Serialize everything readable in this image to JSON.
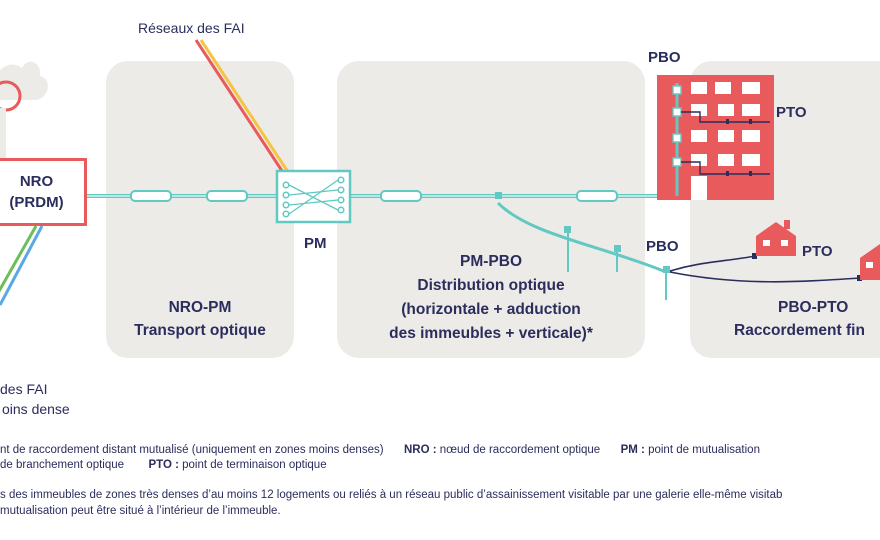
{
  "labels": {
    "reseaux_top": "Réseaux des FAI",
    "pbo_top": "PBO",
    "pto_top": "PTO",
    "pm": "PM",
    "pbo_mid": "PBO",
    "pto_house1": "PTO",
    "nro_line1": "NRO",
    "nro_line2": "(PRDM)",
    "bottom_left_1": "des FAI",
    "bottom_left_2": "oins dense"
  },
  "sections": {
    "nro_pm": {
      "title": "NRO-PM",
      "subtitle": "Transport optique"
    },
    "pm_pbo": {
      "title": "PM-PBO",
      "line2": "Distribution optique",
      "line3": "(horizontale + adduction",
      "line4": "des immeubles + verticale)*"
    },
    "pbo_pto": {
      "title": "PBO-PTO",
      "subtitle": "Raccordement fin"
    }
  },
  "legend": {
    "line1_a": "nt de raccordement distant mutualisé (uniquement en zones moins denses)",
    "line1_nro_key": "NRO :",
    "line1_nro_val": " nœud de raccordement optique",
    "line1_pm_key": "PM :",
    "line1_pm_val": " point de mutualisation",
    "line2_a": " de branchement optique",
    "line2_pto_key": "PTO :",
    "line2_pto_val": " point de terminaison optique",
    "line3": "s des immeubles de zones très denses d’au moins 12 logements ou reliés à un réseau public d’assainissement visitable par une galerie elle-même visitab",
    "line4": " mutualisation peut être situé à l’intérieur de l’immeuble."
  },
  "colors": {
    "panel": "#edebe8",
    "navy": "#2b2d5c",
    "coral": "#e85a5b",
    "teal": "#62c9c2",
    "teal_light": "#d6f1ee",
    "yellow": "#f4c542",
    "green": "#6bbf59",
    "blue": "#5aa9e6"
  }
}
